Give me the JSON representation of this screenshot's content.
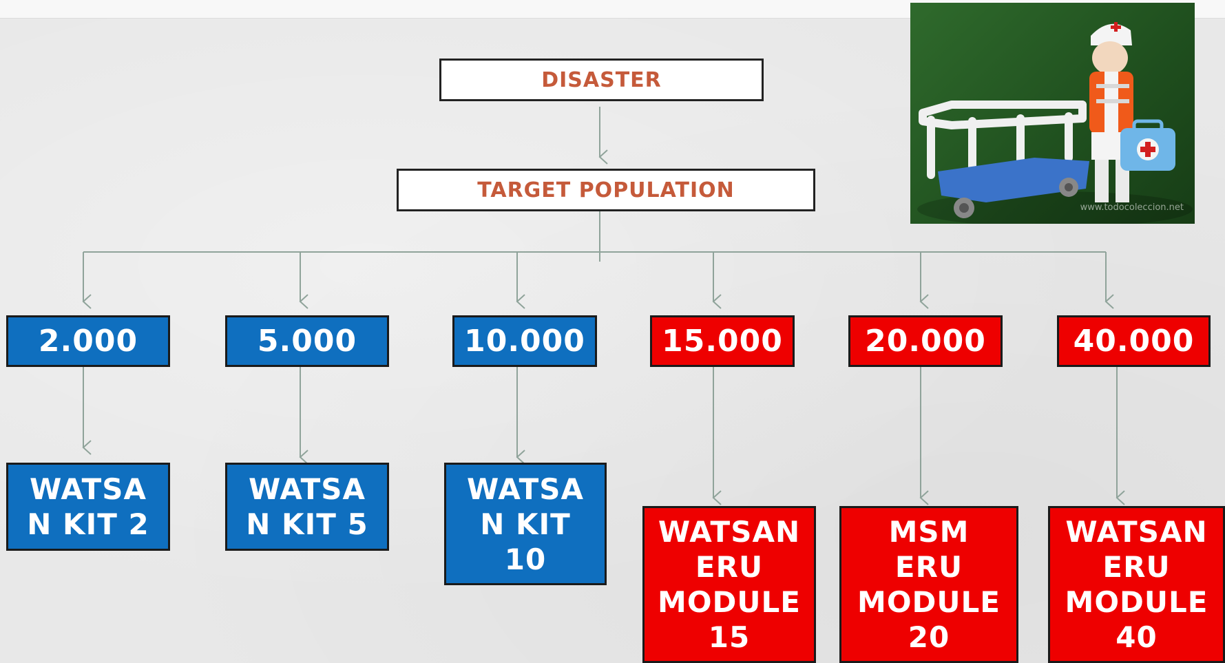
{
  "header": {
    "disaster": "DISASTER",
    "target_population": "TARGET POPULATION"
  },
  "populations": [
    {
      "value": "2.000",
      "kit": "WATSA\nN KIT 2",
      "color": "#0f6fbf"
    },
    {
      "value": "5.000",
      "kit": "WATSA\nN KIT 5",
      "color": "#0f6fbf"
    },
    {
      "value": "10.000",
      "kit": "WATSA\nN KIT\n10",
      "color": "#0f6fbf"
    },
    {
      "value": "15.000",
      "kit": "WATSAN\nERU\nMODULE\n15",
      "color": "#ee0000"
    },
    {
      "value": "20.000",
      "kit": "MSM\nERU\nMODULE\n20",
      "color": "#ee0000"
    },
    {
      "value": "40.000",
      "kit": "WATSAN\nERU\nMODULE\n40",
      "color": "#ee0000"
    }
  ],
  "photo": {
    "watermark": "www.todocoleccion.net",
    "subject": "playmobil-red-cross-medic"
  },
  "colors": {
    "connector": "#8fa39a",
    "header_text": "#c55a3a",
    "blue": "#0f6fbf",
    "red": "#ee0000"
  }
}
